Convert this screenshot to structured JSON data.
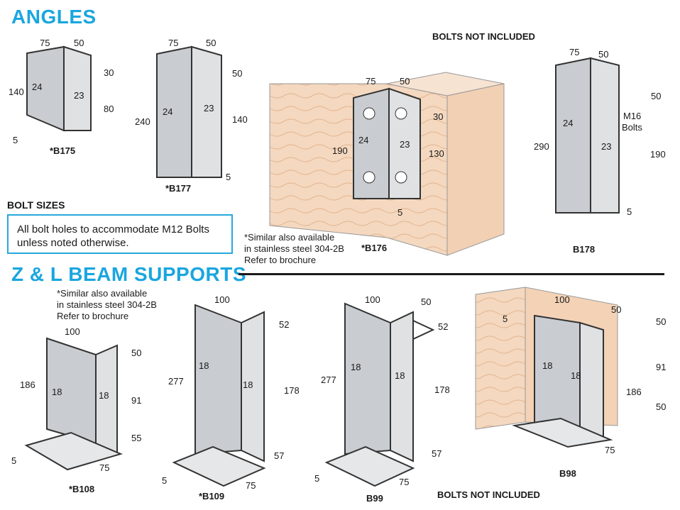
{
  "headings": {
    "angles": "ANGLES",
    "bolt_sizes": "BOLT SIZES",
    "beam_supports": "Z & L BEAM SUPPORTS"
  },
  "notes": {
    "bolts_not_included_top": "BOLTS NOT INCLUDED",
    "bolts_not_included_bottom": "BOLTS NOT INCLUDED",
    "bolt_box_line1": "All bolt holes to accommodate M12 Bolts",
    "bolt_box_line2": "unless noted otherwise.",
    "stainless_1": [
      "*Similar also available",
      "in stainless steel 304-2B",
      "Refer to brochure"
    ],
    "stainless_2": [
      "*Similar also available",
      "in stainless steel 304-2B",
      "Refer to brochure"
    ]
  },
  "products": {
    "b175": "*B175",
    "b177": "*B177",
    "b176": "*B176",
    "b178": "B178",
    "b108": "*B108",
    "b109": "*B109",
    "b99": "B99",
    "b98": "B98"
  },
  "dims": {
    "b175": [
      "75",
      "50",
      "30",
      "140",
      "24",
      "23",
      "80",
      "5"
    ],
    "b177": [
      "75",
      "50",
      "50",
      "240",
      "24",
      "23",
      "140",
      "5"
    ],
    "b176": [
      "75",
      "50",
      "30",
      "190",
      "24",
      "23",
      "130",
      "5"
    ],
    "b178": [
      "75",
      "50",
      "50",
      "M16",
      "Bolts",
      "290",
      "24",
      "23",
      "190",
      "5"
    ],
    "b108": [
      "100",
      "50",
      "186",
      "18",
      "18",
      "91",
      "55",
      "5",
      "75"
    ],
    "b109": [
      "100",
      "52",
      "277",
      "18",
      "18",
      "178",
      "57",
      "5",
      "75"
    ],
    "b99": [
      "100",
      "50",
      "52",
      "277",
      "18",
      "18",
      "178",
      "57",
      "5",
      "75"
    ],
    "b98": [
      "100",
      "50",
      "5",
      "50",
      "18",
      "18",
      "91",
      "186",
      "50",
      "75"
    ]
  },
  "colors": {
    "accent": "#1aa6df",
    "steel": "#c9ccd0",
    "steel_dark": "#9ea3a8",
    "timber": "#f3d2b6",
    "timber_dark": "#e8b991"
  }
}
